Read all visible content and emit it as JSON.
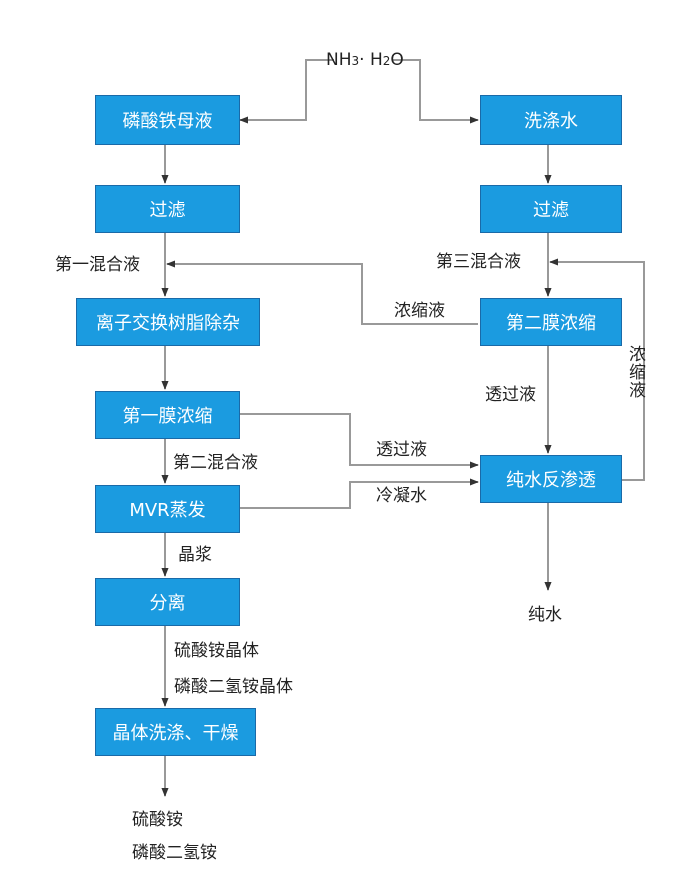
{
  "nodes": {
    "mother_liquor": "磷酸铁母液",
    "filter_left": "过滤",
    "ion_exchange": "离子交换树脂除杂",
    "membrane1": "第一膜浓缩",
    "mvr": "MVR蒸发",
    "separation": "分离",
    "crystal_wash": "晶体洗涤、干燥",
    "wash_water": "洗涤水",
    "filter_right": "过滤",
    "membrane2": "第二膜浓缩",
    "ro": "纯水反渗透"
  },
  "labels": {
    "nh3_part1": "NH",
    "nh3_sub": "3",
    "nh3_part2": "· H",
    "nh3_sub2": "2",
    "nh3_part3": "O",
    "mix1": "第一混合液",
    "mix2": "第二混合液",
    "mix3": "第三混合液",
    "slurry": "晶浆",
    "crystal1": "硫酸铵晶体",
    "crystal2": "磷酸二氢铵晶体",
    "product1": "硫酸铵",
    "product2": "磷酸二氢铵",
    "concentrate_left": "浓缩液",
    "permeate_right": "透过液",
    "permeate_mid": "透过液",
    "condensate": "冷凝水",
    "concentrate_vertical": "浓缩液",
    "pure_water": "纯水"
  },
  "colors": {
    "box_fill": "#1b9be0",
    "box_border": "#1a6aa8",
    "line": "#999999",
    "arrow": "#333333"
  }
}
